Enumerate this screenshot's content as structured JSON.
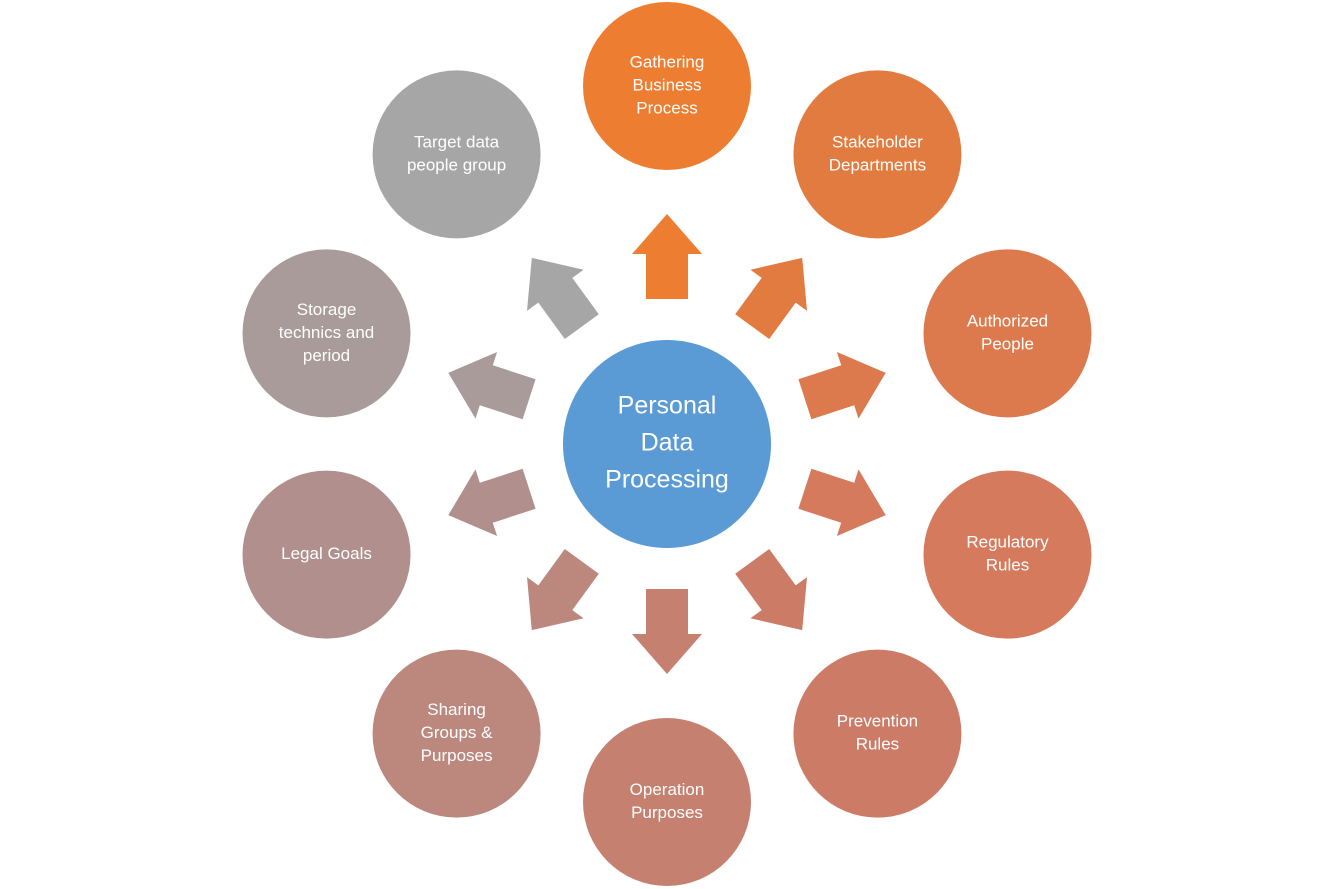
{
  "center": {
    "lines": [
      "Personal",
      "Data",
      "Processing"
    ],
    "color": "#5b9bd5"
  },
  "nodes": [
    {
      "id": "gathering-business-process",
      "lines": [
        "Gathering",
        "Business",
        "Process"
      ],
      "color": "#ed7d31"
    },
    {
      "id": "stakeholder-departments",
      "lines": [
        "Stakeholder",
        "Departments"
      ],
      "color": "#e27b40"
    },
    {
      "id": "authorized-people",
      "lines": [
        "Authorized",
        "People"
      ],
      "color": "#dc7a4e"
    },
    {
      "id": "regulatory-rules",
      "lines": [
        "Regulatory",
        "Rules"
      ],
      "color": "#d57a5c"
    },
    {
      "id": "prevention-rules",
      "lines": [
        "Prevention",
        "Rules"
      ],
      "color": "#cc7b67"
    },
    {
      "id": "operation-purposes",
      "lines": [
        "Operation",
        "Purposes"
      ],
      "color": "#c58070"
    },
    {
      "id": "sharing-groups-purposes",
      "lines": [
        "Sharing",
        "Groups &",
        "Purposes"
      ],
      "color": "#bc877d"
    },
    {
      "id": "legal-goals",
      "lines": [
        "Legal Goals"
      ],
      "color": "#b18f8c"
    },
    {
      "id": "storage-technics-period",
      "lines": [
        "Storage",
        "technics and",
        "period"
      ],
      "color": "#a89b9a"
    },
    {
      "id": "target-data-people-group",
      "lines": [
        "Target data",
        "people group"
      ],
      "color": "#a6a6a6"
    }
  ]
}
